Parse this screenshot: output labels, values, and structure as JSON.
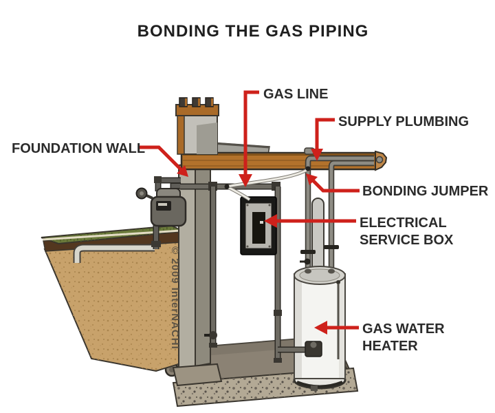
{
  "title": "BONDING THE GAS PIPING",
  "watermark": "© 2009 InterNACHI",
  "callouts": {
    "gas_line": "GAS LINE",
    "supply_plumbing": "SUPPLY PLUMBING",
    "foundation_wall": "FOUNDATION WALL",
    "bonding_jumper": "BONDING JUMPER",
    "electrical_service_box": [
      "ELECTRICAL",
      "SERVICE BOX"
    ],
    "gas_water_heater": [
      "GAS WATER",
      "HEATER"
    ]
  },
  "colors": {
    "callout_red": "#ce211b",
    "label_text": "#2b2b2b",
    "title_text": "#1f1f1f",
    "watermark_text": "#5c5345",
    "wood": "#b3722c",
    "grass": "#6b7a3b",
    "soil": "#c8a26b",
    "concrete_wall": "#b2aea1",
    "slab": "#8b8274",
    "pipe_dark": "#6e6b63",
    "tank_white": "#f4f4f1"
  }
}
